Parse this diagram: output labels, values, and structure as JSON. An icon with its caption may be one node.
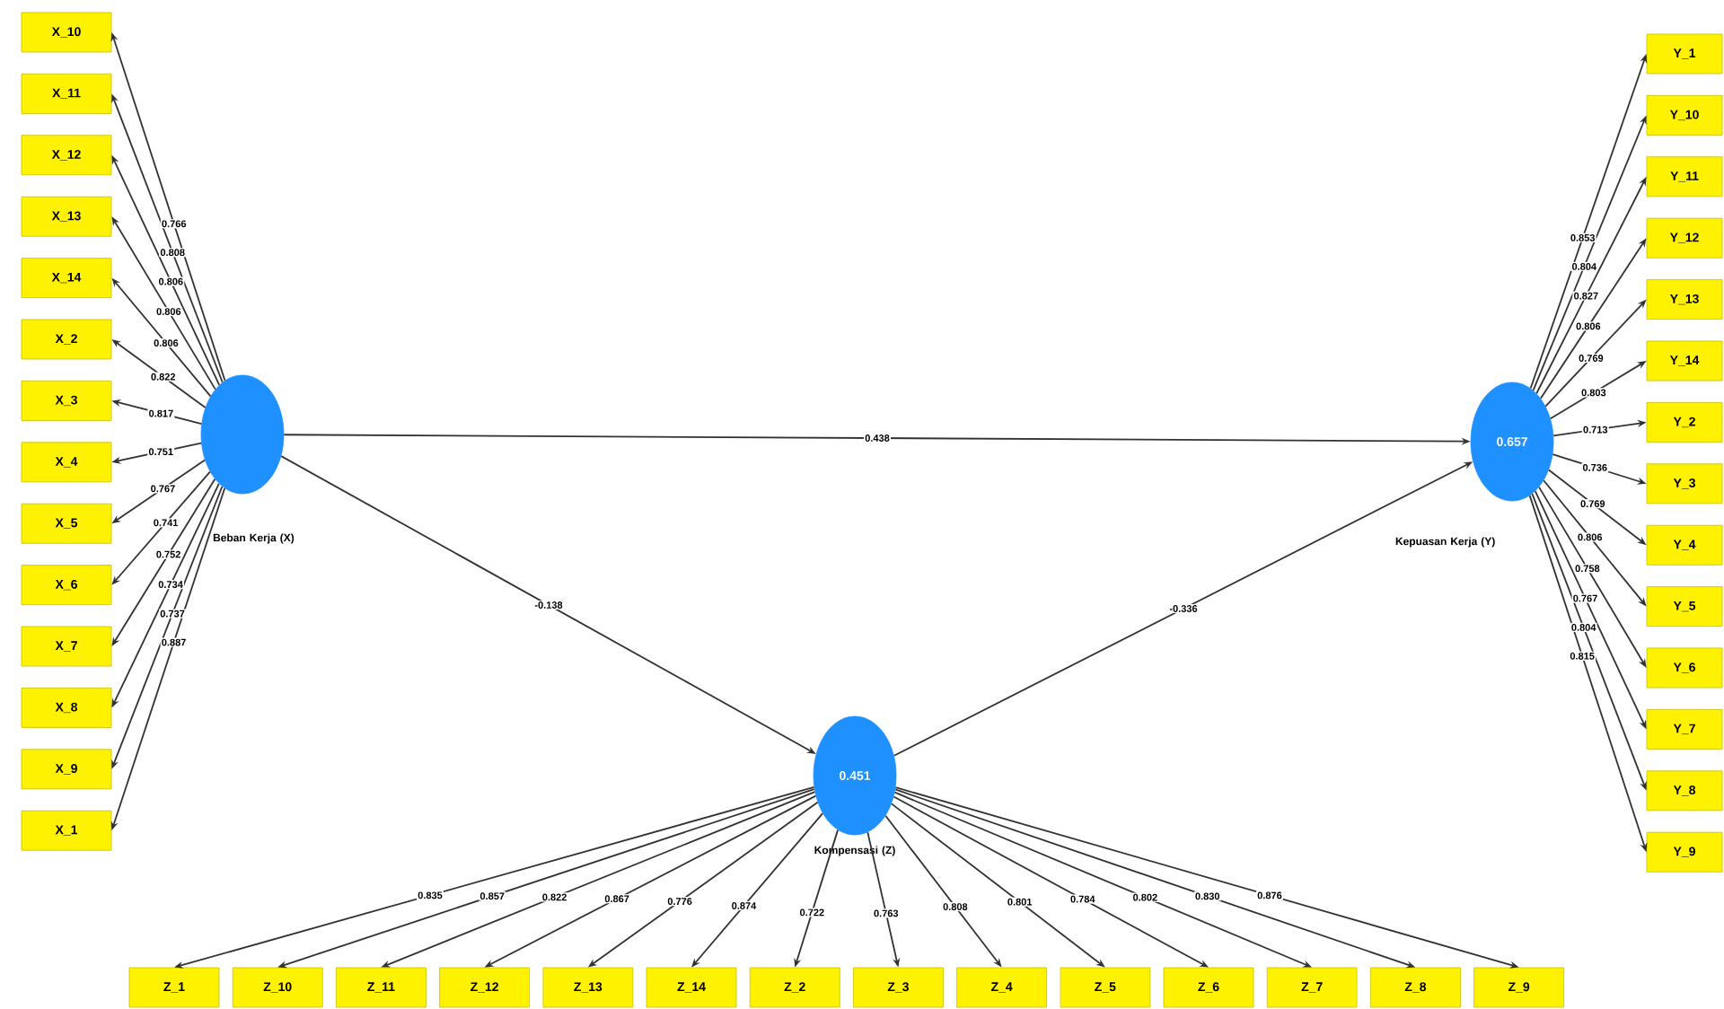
{
  "diagram": {
    "nodes": [
      {
        "text": [],
        "shape": "circle",
        "beside": [
          "Beban Kerja (X)"
        ]
      },
      {
        "text": [
          "0.657"
        ],
        "beside": [
          "Kepuasan Kerja (Y)"
        ]
      },
      {
        "text": [
          "0.451"
        ],
        "beside": [
          "Kompensasi (Z)"
        ]
      },
      {
        "text": [
          "X_10"
        ]
      },
      {
        "text": [
          "X_11"
        ]
      },
      {
        "text": [
          "X_12"
        ]
      },
      {
        "text": [
          "X_13"
        ]
      },
      {
        "text": [
          "X_14"
        ]
      },
      {
        "text": [
          "X_2"
        ]
      },
      {
        "text": [
          "X_3"
        ]
      },
      {
        "text": [
          "X_4"
        ]
      },
      {
        "text": [
          "X_5"
        ]
      },
      {
        "text": [
          "X_6"
        ]
      },
      {
        "text": [
          "X_7"
        ]
      },
      {
        "text": [
          "X_8"
        ]
      },
      {
        "text": [
          "X_9"
        ]
      },
      {
        "text": [
          "X_1"
        ]
      },
      {
        "text": [
          "Y_1"
        ]
      },
      {
        "text": [
          "Y_10"
        ]
      },
      {
        "text": [
          "Y_11"
        ]
      },
      {
        "text": [
          "Y_12"
        ]
      },
      {
        "text": [
          "Y_13"
        ]
      },
      {
        "text": [
          "Y_14"
        ]
      },
      {
        "text": [
          "Y_2"
        ]
      },
      {
        "text": [
          "Y_3"
        ]
      },
      {
        "text": [
          "Y_4"
        ]
      },
      {
        "text": [
          "Y_5"
        ]
      },
      {
        "text": [
          "Y_6"
        ]
      },
      {
        "text": [
          "Y_7"
        ]
      },
      {
        "text": [
          "Y_8"
        ]
      },
      {
        "text": [
          "Y_9"
        ]
      },
      {
        "text": [
          "Z_1"
        ]
      },
      {
        "text": [
          "Z_10"
        ]
      },
      {
        "text": [
          "Z_11"
        ]
      },
      {
        "text": [
          "Z_12"
        ]
      },
      {
        "text": [
          "Z_13"
        ]
      },
      {
        "text": [
          "Z_14"
        ]
      },
      {
        "text": [
          "Z_2"
        ]
      },
      {
        "text": [
          "Z_3"
        ]
      },
      {
        "text": [
          "Z_4"
        ]
      },
      {
        "text": [
          "Z_5"
        ]
      },
      {
        "text": [
          "Z_6"
        ]
      },
      {
        "text": [
          "Z_7"
        ]
      },
      {
        "text": [
          "Z_8"
        ]
      },
      {
        "text": [
          "Z_9"
        ]
      }
    ],
    "edges": [
      {
        "from": 0,
        "to": 1,
        "arrow": "to",
        "label": "0.438"
      },
      {
        "from": 0,
        "to": 2,
        "arrow": "to",
        "label": "-0.138"
      },
      {
        "from": 2,
        "to": 1,
        "arrow": "to",
        "label": "-0.336"
      },
      {
        "from": 0,
        "to": 3,
        "arrow": "to",
        "label": "0.766"
      },
      {
        "from": 0,
        "to": 4,
        "arrow": "to",
        "label": "0.808"
      },
      {
        "from": 0,
        "to": 5,
        "arrow": "to",
        "label": "0.806"
      },
      {
        "from": 0,
        "to": 6,
        "arrow": "to",
        "label": "0.806"
      },
      {
        "from": 0,
        "to": 7,
        "arrow": "to",
        "label": "0.806"
      },
      {
        "from": 0,
        "to": 8,
        "arrow": "to",
        "label": "0.822"
      },
      {
        "from": 0,
        "to": 9,
        "arrow": "to",
        "label": "0.817"
      },
      {
        "from": 0,
        "to": 10,
        "arrow": "to",
        "label": "0.751"
      },
      {
        "from": 0,
        "to": 11,
        "arrow": "to",
        "label": "0.767"
      },
      {
        "from": 0,
        "to": 12,
        "arrow": "to",
        "label": "0.741"
      },
      {
        "from": 0,
        "to": 13,
        "arrow": "to",
        "label": "0.752"
      },
      {
        "from": 0,
        "to": 14,
        "arrow": "to",
        "label": "0.734"
      },
      {
        "from": 0,
        "to": 15,
        "arrow": "to",
        "label": "0.737"
      },
      {
        "from": 0,
        "to": 16,
        "arrow": "to",
        "label": "0.887"
      },
      {
        "from": 1,
        "to": 17,
        "arrow": "to",
        "label": "0.853"
      },
      {
        "from": 1,
        "to": 18,
        "arrow": "to",
        "label": "0.804"
      },
      {
        "from": 1,
        "to": 19,
        "arrow": "to",
        "label": "0.827"
      },
      {
        "from": 1,
        "to": 20,
        "arrow": "to",
        "label": "0.806"
      },
      {
        "from": 1,
        "to": 21,
        "arrow": "to",
        "label": "0.769"
      },
      {
        "from": 1,
        "to": 22,
        "arrow": "to",
        "label": "0.803"
      },
      {
        "from": 1,
        "to": 23,
        "arrow": "to",
        "label": "0.713"
      },
      {
        "from": 1,
        "to": 24,
        "arrow": "to",
        "label": "0.736"
      },
      {
        "from": 1,
        "to": 25,
        "arrow": "to",
        "label": "0.769"
      },
      {
        "from": 1,
        "to": 26,
        "arrow": "to",
        "label": "0.806"
      },
      {
        "from": 1,
        "to": 27,
        "arrow": "to",
        "label": "0.758"
      },
      {
        "from": 1,
        "to": 28,
        "arrow": "to",
        "label": "0.767"
      },
      {
        "from": 1,
        "to": 29,
        "arrow": "to",
        "label": "0.804"
      },
      {
        "from": 1,
        "to": 30,
        "arrow": "to",
        "label": "0.815"
      },
      {
        "from": 2,
        "to": 31,
        "arrow": "to",
        "label": "0.835"
      },
      {
        "from": 2,
        "to": 32,
        "arrow": "to",
        "label": "0.857"
      },
      {
        "from": 2,
        "to": 33,
        "arrow": "to",
        "label": "0.822"
      },
      {
        "from": 2,
        "to": 34,
        "arrow": "to",
        "label": "0.867"
      },
      {
        "from": 2,
        "to": 35,
        "arrow": "to",
        "label": "0.776"
      },
      {
        "from": 2,
        "to": 36,
        "arrow": "to",
        "label": "0.874"
      },
      {
        "from": 2,
        "to": 37,
        "arrow": "to",
        "label": "0.722"
      },
      {
        "from": 2,
        "to": 38,
        "arrow": "to",
        "label": "0.763"
      },
      {
        "from": 2,
        "to": 39,
        "arrow": "to",
        "label": "0.808"
      },
      {
        "from": 2,
        "to": 40,
        "arrow": "to",
        "label": "0.801"
      },
      {
        "from": 2,
        "to": 41,
        "arrow": "to",
        "label": "0.784"
      },
      {
        "from": 2,
        "to": 42,
        "arrow": "to",
        "label": "0.802"
      },
      {
        "from": 2,
        "to": 43,
        "arrow": "to",
        "label": "0.830"
      },
      {
        "from": 2,
        "to": 44,
        "arrow": "to",
        "label": "0.876"
      }
    ]
  }
}
